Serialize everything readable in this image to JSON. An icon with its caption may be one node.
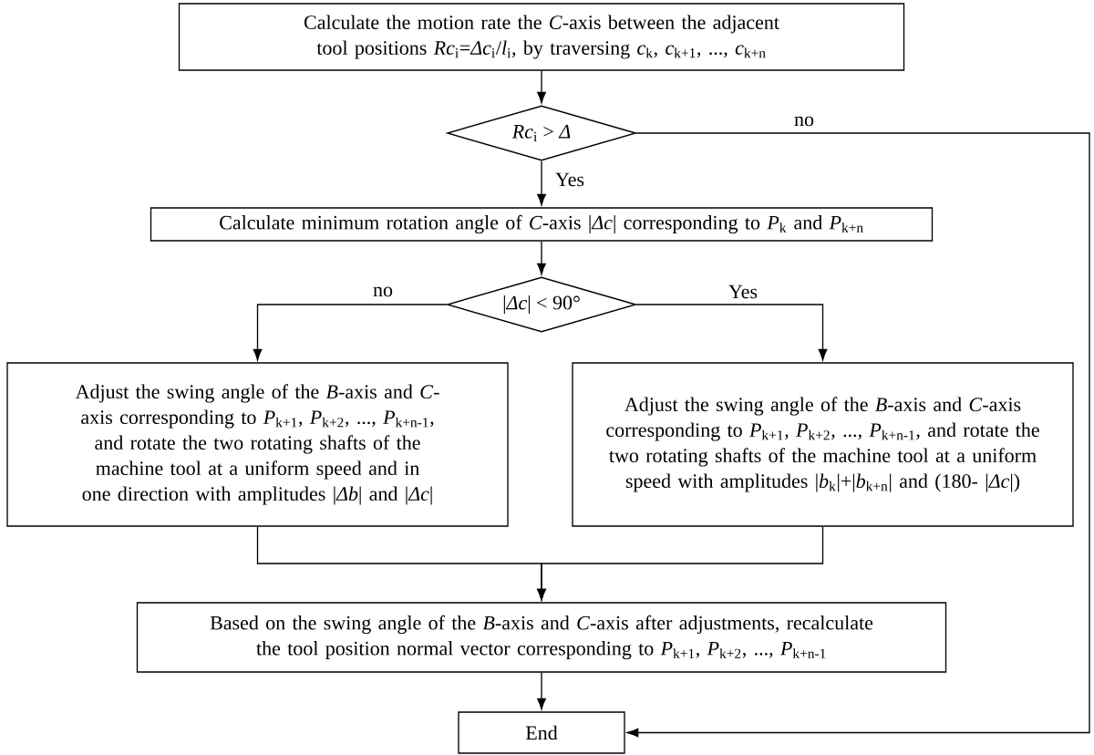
{
  "diagram": {
    "nodes": [
      {
        "text": [
          "Calculate the motion rate the *C*-axis between the adjacent tool positions *Rc*$_{i}$=*Δc*$_{i}$/*l*$_{i}$, by traversing *c*$_{k}$, *c*$_{k+1}$, ..., *c*$_{k+n}$"
        ]
      },
      {
        "text": [
          "*Rc*$_{i}$ > *Δ*"
        ]
      },
      {
        "text": [
          "Calculate minimum rotation angle of *C*-axis |*Δc*| corresponding to *P*$_{k}$ and *P*$_{k+n}$"
        ]
      },
      {
        "text": [
          "|*Δc*| < 90°"
        ]
      },
      {
        "text": [
          "Adjust the swing angle of the *B*-axis and *C*-axis corresponding to *P*$_{k+1}$, *P*$_{k+2}$, ..., *P*$_{k+n-1}$, and rotate the two rotating shafts of the machine tool at a uniform speed and in one direction with amplitudes |*Δb*| and |*Δc*|"
        ]
      },
      {
        "text": [
          "Adjust the swing angle of the *B*-axis and *C*-axis corresponding to *P*$_{k+1}$, *P*$_{k+2}$, ..., *P*$_{k+n-1}$, and rotate the two rotating shafts of the machine tool at a uniform speed with amplitudes |*b*$_{k}$|+|*b*$_{k+n}$| and (180- |*Δc*|)"
        ]
      },
      {
        "text": [
          "Based on the swing angle of the *B*-axis and *C*-axis after adjustments, recalculate the tool position normal vector corresponding to *P*$_{k+1}$, *P*$_{k+2}$, ..., *P*$_{k+n-1}$"
        ]
      },
      {
        "text": [
          "End"
        ]
      }
    ],
    "edges": [
      {
        "from": 0,
        "to": 1,
        "arrow": "to"
      },
      {
        "from": 1,
        "to": 2,
        "arrow": "to",
        "label": "Yes"
      },
      {
        "from": 1,
        "to": 7,
        "arrow": "to",
        "label": "no"
      },
      {
        "from": 2,
        "to": 3,
        "arrow": "to"
      },
      {
        "from": 3,
        "to": 4,
        "arrow": "to",
        "label": "no"
      },
      {
        "from": 3,
        "to": 5,
        "arrow": "to",
        "label": "Yes"
      },
      {
        "from": 4,
        "to": 6,
        "arrow": "to"
      },
      {
        "from": 5,
        "to": 6,
        "arrow": "to"
      },
      {
        "from": 6,
        "to": 7,
        "arrow": "to"
      }
    ]
  }
}
